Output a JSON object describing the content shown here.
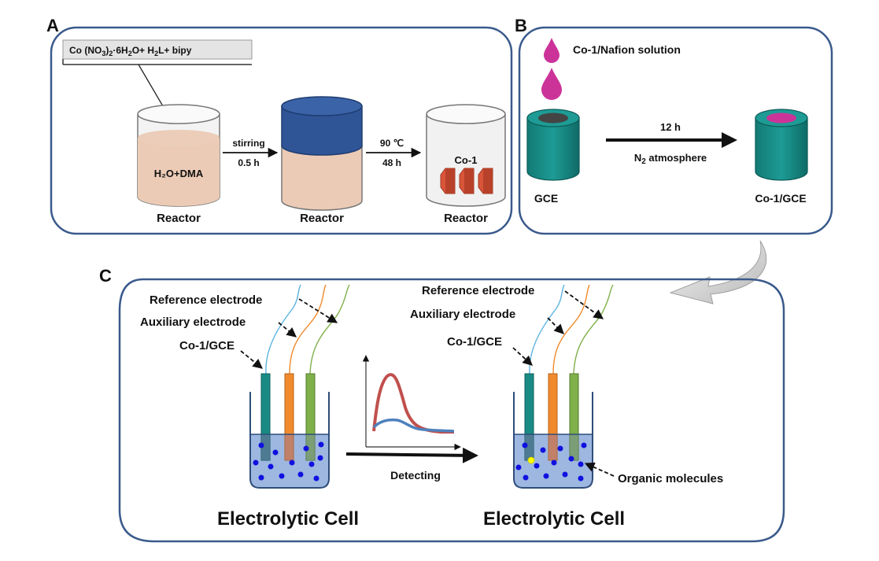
{
  "panels": {
    "a": "A",
    "b": "B",
    "c": "C"
  },
  "panel_a": {
    "reagent_label_main": "Co (NO",
    "reagent_label_sub1": "3",
    "reagent_label_mid1": ")",
    "reagent_label_sub2": "2",
    "reagent_label_mid2": "·6H",
    "reagent_label_sub3": "2",
    "reagent_label_mid3": "O+ H",
    "reagent_label_sub4": "2",
    "reagent_label_end": "L+ bipy",
    "solvent": "H₂O+DMA",
    "step1_top": "stirring",
    "step1_bottom": "0.5 h",
    "step2_top": "90 ℃",
    "step2_bottom": "48 h",
    "product": "Co-1",
    "reactor_1": "Reactor",
    "reactor_2": "Reactor",
    "reactor_3": "Reactor"
  },
  "panel_b": {
    "solution": "Co-1/Nafion solution",
    "time": "12 h",
    "atmosphere_pre": "N",
    "atmosphere_sub": "2",
    "atmosphere_post": " atmosphere",
    "electrode_start": "GCE",
    "electrode_end": "Co-1/GCE"
  },
  "panel_c": {
    "left": {
      "reference": "Reference electrode",
      "auxiliary": "Auxiliary electrode",
      "working": "Co-1/GCE",
      "cell": "Electrolytic Cell"
    },
    "right": {
      "reference": "Reference electrode",
      "auxiliary": "Auxiliary electrode",
      "working": "Co-1/GCE",
      "cell": "Electrolytic Cell",
      "molecules": "Organic molecules"
    },
    "arrow_label": "Detecting"
  },
  "colors": {
    "panel_border": "#3a5a8c",
    "liquid": "#eccbb6",
    "lid": "#2f5597",
    "electrode_body": "#1a8a84",
    "nafion": "#cc3399",
    "crystal": "#d9553a",
    "wire_blue": "#5bb3e0",
    "wire_orange": "#f08a2c",
    "wire_green": "#7fb04a",
    "electrolyte": "#9db7e0",
    "molecule": "#1010e0",
    "target_molecule": "#ffff00",
    "curve_red": "#c0504d",
    "curve_blue": "#4f81bd"
  }
}
